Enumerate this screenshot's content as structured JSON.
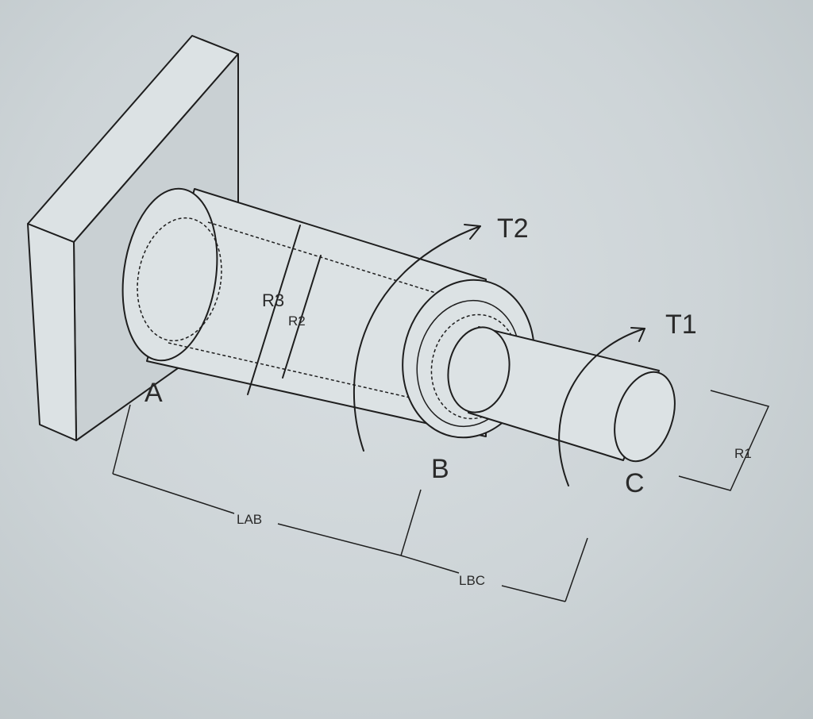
{
  "labels": {
    "point_a": "A",
    "point_b": "B",
    "point_c": "C",
    "torque_1": "T1",
    "torque_2": "T2",
    "radius_1": "R1",
    "radius_2": "R2",
    "radius_3": "R3",
    "length_ab": "LAB",
    "length_bc": "LBC"
  }
}
